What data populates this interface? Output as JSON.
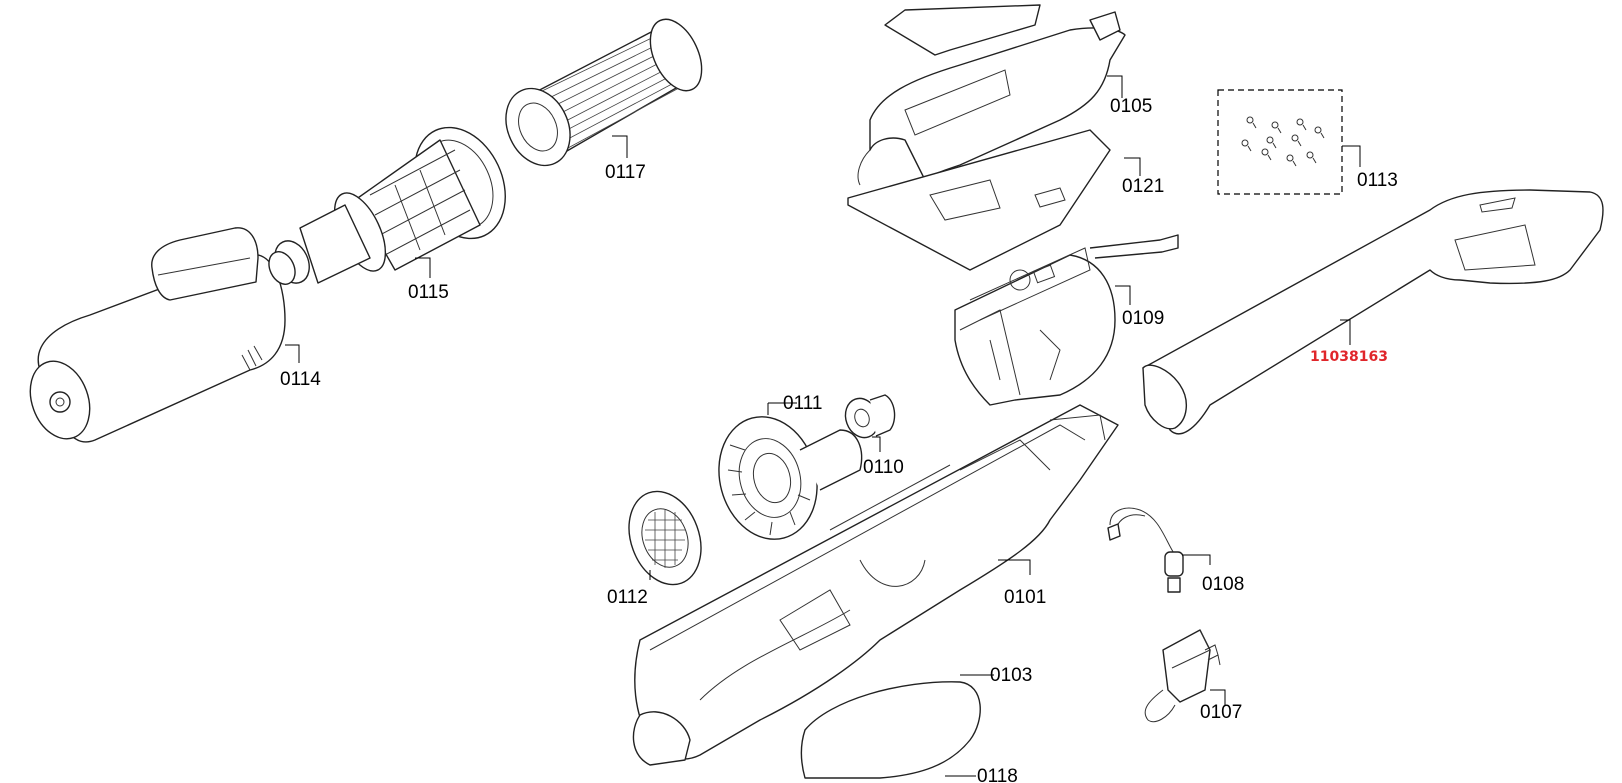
{
  "diagram": {
    "type": "exploded-parts-diagram",
    "highlight_color": "#e0262b",
    "parts": [
      {
        "id": "p0114",
        "number": "0114"
      },
      {
        "id": "p0115",
        "number": "0115"
      },
      {
        "id": "p0117",
        "number": "0117"
      },
      {
        "id": "p0105",
        "number": "0105"
      },
      {
        "id": "p0121",
        "number": "0121"
      },
      {
        "id": "p0113",
        "number": "0113"
      },
      {
        "id": "p0109",
        "number": "0109"
      },
      {
        "id": "p0111",
        "number": "0111"
      },
      {
        "id": "p0110",
        "number": "0110"
      },
      {
        "id": "p0112",
        "number": "0112"
      },
      {
        "id": "p0101",
        "number": "0101"
      },
      {
        "id": "p0108",
        "number": "0108"
      },
      {
        "id": "p0103",
        "number": "0103"
      },
      {
        "id": "p0107",
        "number": "0107"
      },
      {
        "id": "p0118",
        "number": "0118"
      },
      {
        "id": "handle",
        "number": "11038163",
        "highlighted": true
      }
    ]
  }
}
